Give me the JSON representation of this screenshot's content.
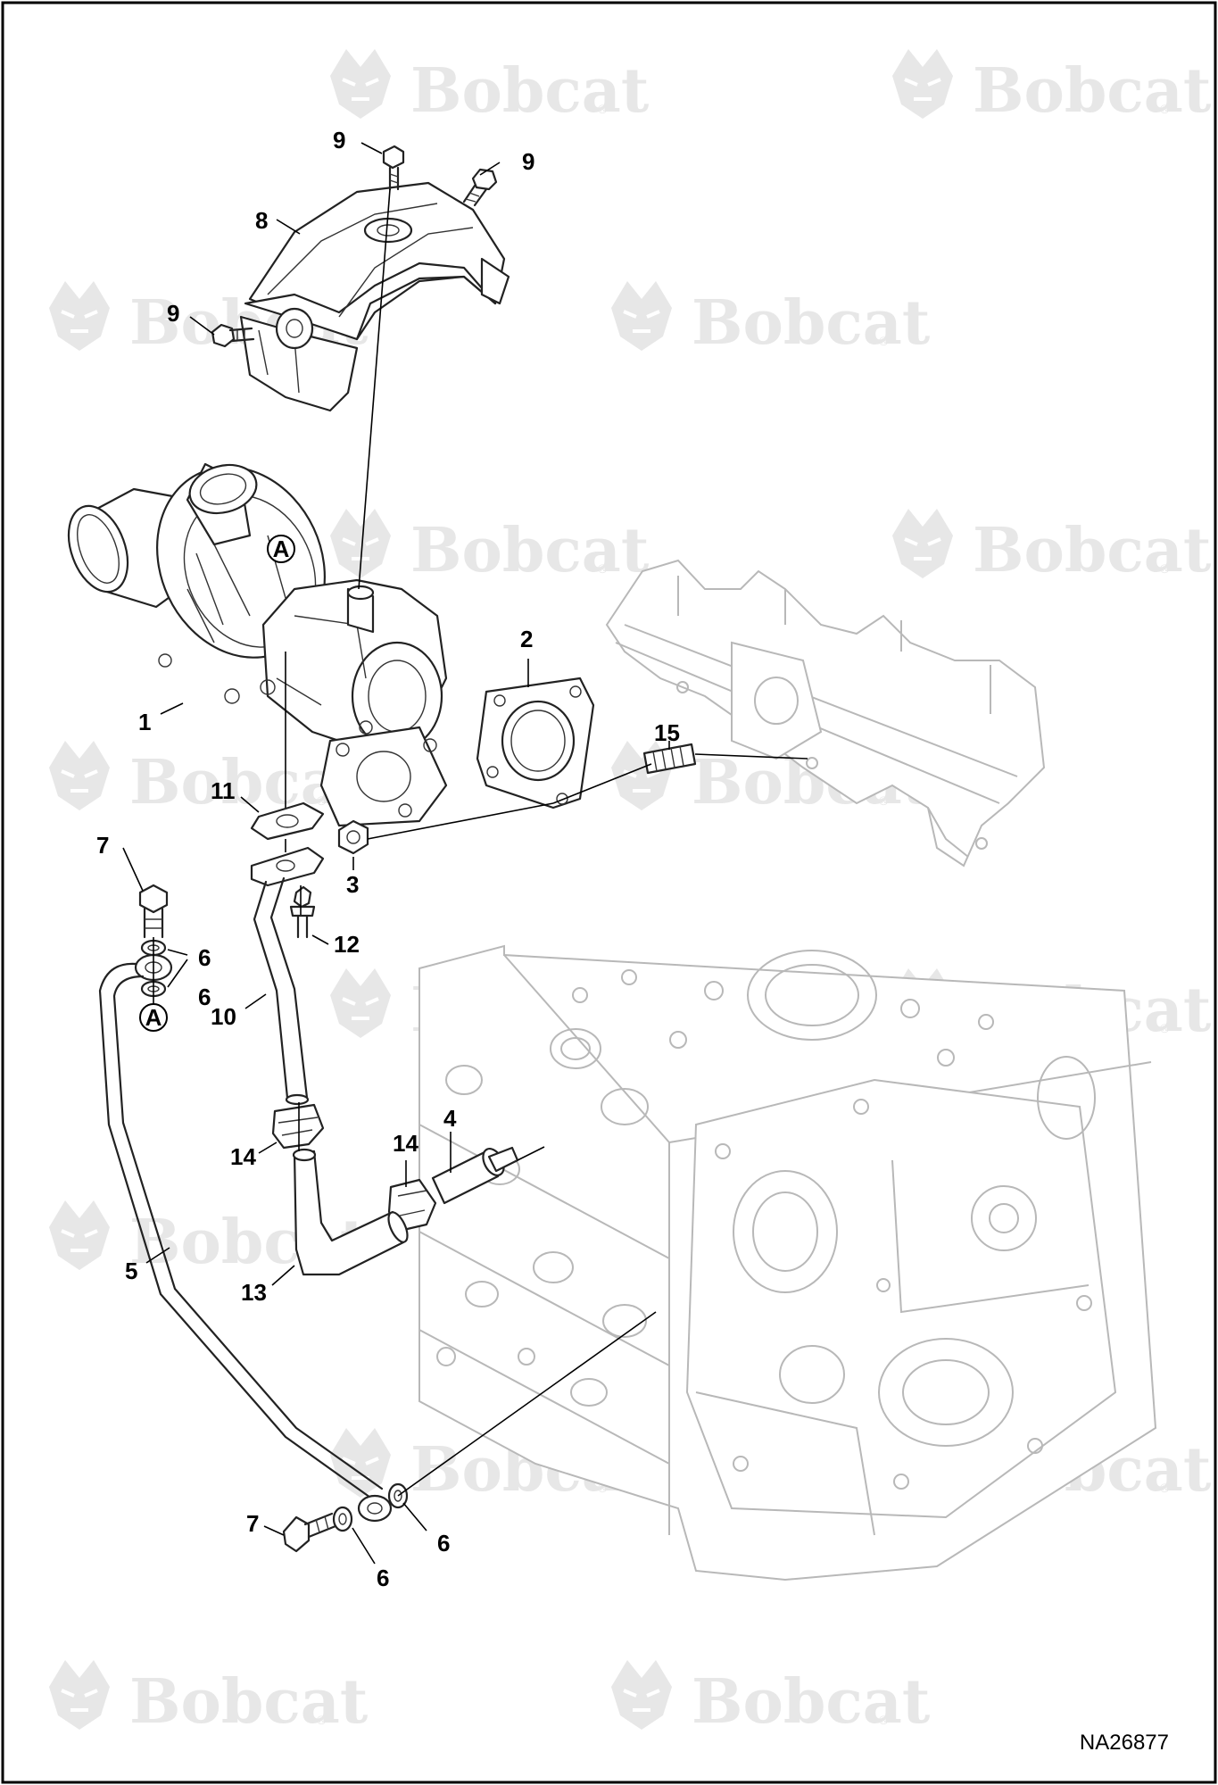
{
  "drawing_code": "NA26877",
  "watermark": {
    "brand": "Bobcat",
    "registered": "®"
  },
  "reference_marker": "A",
  "callouts": [
    {
      "id": "c9a",
      "label": "9"
    },
    {
      "id": "c9b",
      "label": "9"
    },
    {
      "id": "c8",
      "label": "8"
    },
    {
      "id": "c9c",
      "label": "9"
    },
    {
      "id": "c1",
      "label": "1"
    },
    {
      "id": "c2",
      "label": "2"
    },
    {
      "id": "c15",
      "label": "15"
    },
    {
      "id": "c11",
      "label": "11"
    },
    {
      "id": "c3",
      "label": "3"
    },
    {
      "id": "c7a",
      "label": "7"
    },
    {
      "id": "c6a",
      "label": "6"
    },
    {
      "id": "c12",
      "label": "12"
    },
    {
      "id": "c6b",
      "label": "6"
    },
    {
      "id": "c10",
      "label": "10"
    },
    {
      "id": "c4",
      "label": "4"
    },
    {
      "id": "c14a",
      "label": "14"
    },
    {
      "id": "c14b",
      "label": "14"
    },
    {
      "id": "c5",
      "label": "5"
    },
    {
      "id": "c13",
      "label": "13"
    },
    {
      "id": "c7b",
      "label": "7"
    },
    {
      "id": "c6c",
      "label": "6"
    },
    {
      "id": "c6d",
      "label": "6"
    }
  ]
}
